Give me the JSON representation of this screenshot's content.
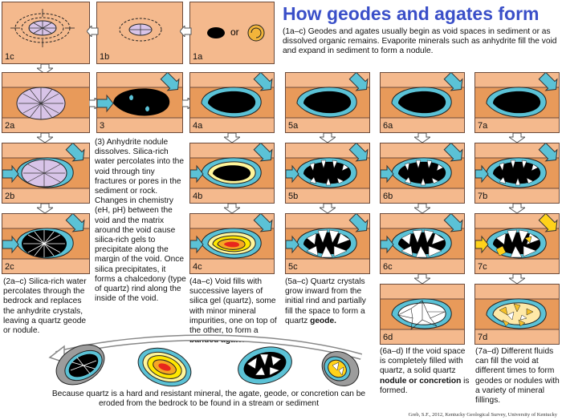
{
  "title": "How geodes and agates form",
  "panel_labels": {
    "p1c": "1c",
    "p1b": "1b",
    "p1a": "1a",
    "p2a": "2a",
    "p3": "3",
    "p4a": "4a",
    "p5a": "5a",
    "p6a": "6a",
    "p7a": "7a",
    "p2b": "2b",
    "p4b": "4b",
    "p5b": "5b",
    "p6b": "6b",
    "p7b": "7b",
    "p2c": "2c",
    "p4c": "4c",
    "p5c": "5c",
    "p6c": "6c",
    "p7c": "7c",
    "p6d": "6d",
    "p7d": "7d"
  },
  "or_label": "or",
  "captions": {
    "c1": "(1a–c) Geodes and agates usually begin as void spaces in sediment or as dissolved organic remains. Evaporite minerals such as anhydrite fill the void and expand in sediment to form a nodule.",
    "c3": "(3) Anhydrite nodule dissolves. Silica-rich water percolates into the void through tiny fractures or pores in the sediment or rock. Changes in chemistry (eH, pH) between the void and the matrix around the void cause silica-rich gels to precipitate along the margin of the void. Once silica precipitates, it forms a chalcedony (type of quartz) rind along the inside of the void.",
    "c2": "(2a–c) Silica-rich water percolates through the bedrock and replaces the anhydrite crystals, leaving a quartz geode or nodule.",
    "c4_pre": "(4a–c) Void fills with successive layers of silica gel (quartz), some with minor mineral impurities, one on top of the other, to form a ",
    "c4_bold": "banded agate.",
    "c5_pre": "(5a–c) Quartz crystals grow inward from the initial rind and partially fill the space to form a quartz ",
    "c5_bold": "geode.",
    "c6_pre": "(6a–d) If the void space is completely filled with quartz, a solid quartz ",
    "c6_bold1": "nodule or concretion",
    "c6_post": " is formed.",
    "c7": "(7a–d) Different fluids can fill the void at different times to form geodes or nodules with a variety of mineral fillings.",
    "bottom": "Because quartz is a hard and resistant mineral, the agate, geode, or concretion can be eroded from the bedrock to be found in a stream or sediment"
  },
  "credit": "Greb, S.F., 2012, Kentucky Geological Survey, University of Kentucky",
  "colors": {
    "bedrock": "#f4b98d",
    "layer": "#e89a5a",
    "rind": "#5bc2d6",
    "void": "#000000",
    "title": "#3a4fc8",
    "arrow_blue": "#5bc2d6",
    "arrow_yellow": "#ffd21a",
    "agate_yellow": "#ffe700",
    "agate_red": "#e8261c"
  }
}
